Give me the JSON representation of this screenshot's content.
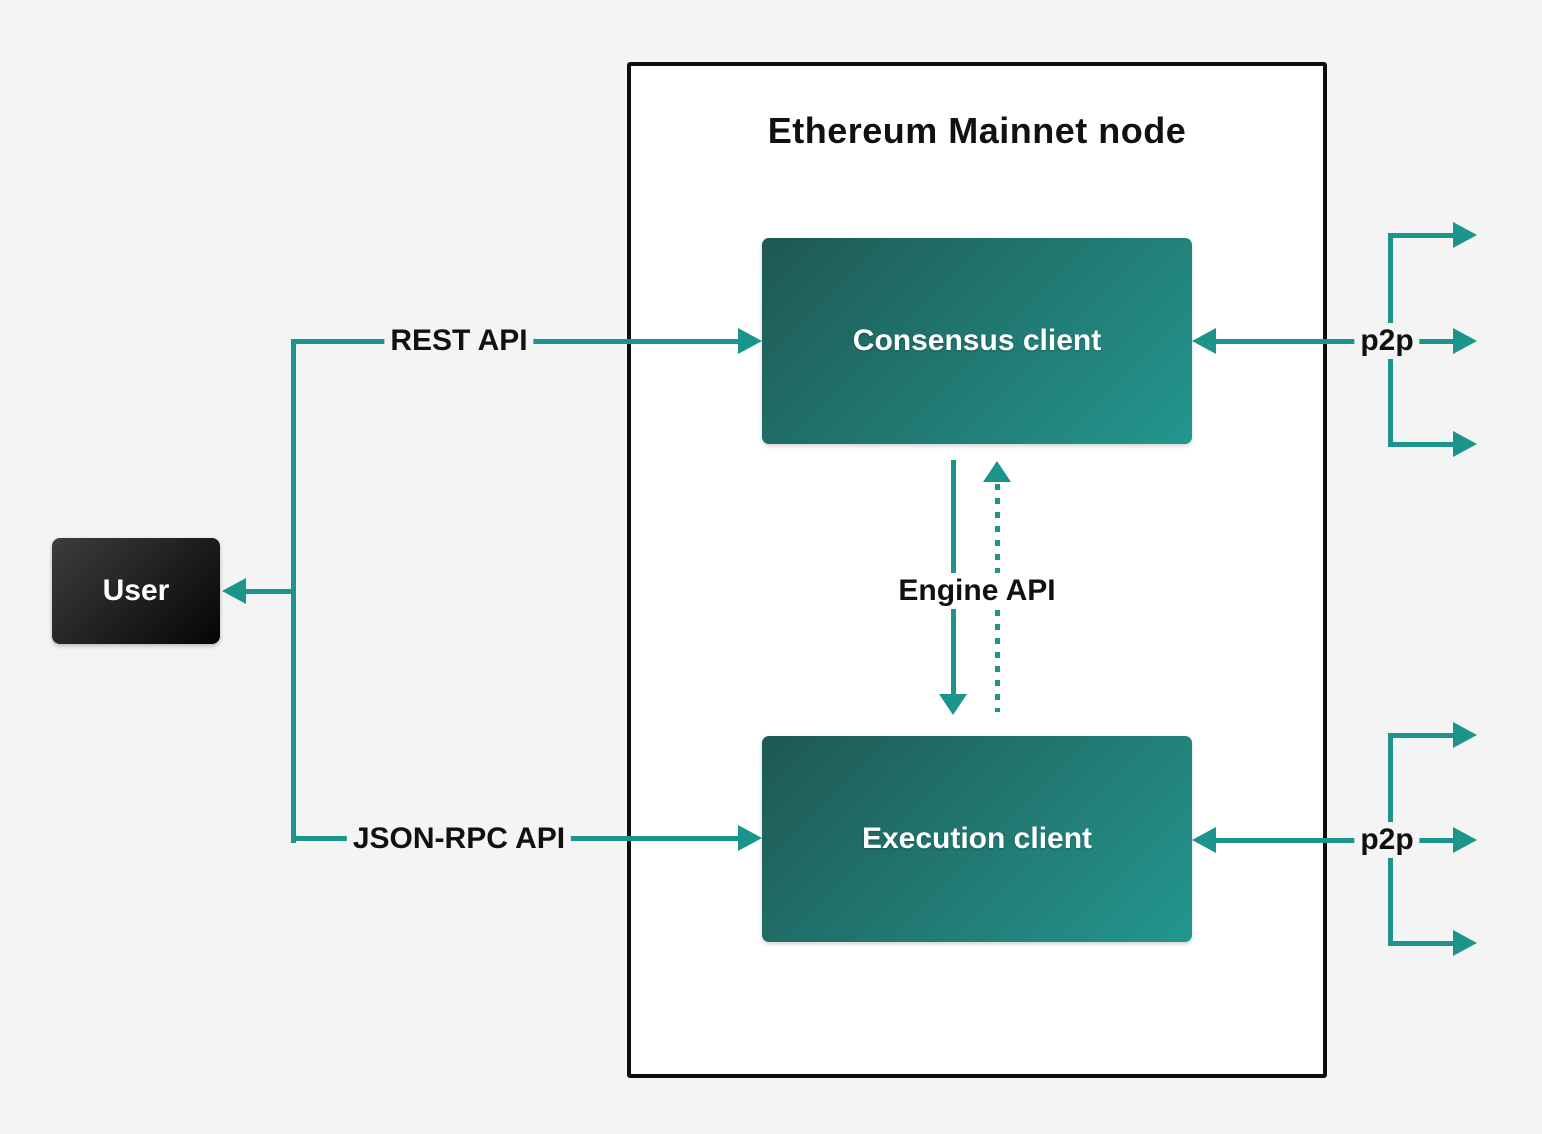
{
  "diagram": {
    "title": "Ethereum Mainnet node",
    "nodes": {
      "user": {
        "label": "User"
      },
      "consensus": {
        "label": "Consensus client"
      },
      "execution": {
        "label": "Execution client"
      }
    },
    "edges": {
      "rest_api": {
        "label": "REST API",
        "from": "User",
        "to": "Consensus client",
        "style": "solid-arrow"
      },
      "json_rpc_api": {
        "label": "JSON-RPC API",
        "from": "User",
        "to": "Execution client",
        "style": "solid-arrow"
      },
      "engine_api": {
        "label": "Engine API",
        "between": "Consensus client and Execution client",
        "style": "solid-down-and-dotted-up"
      },
      "p2p_consensus": {
        "label": "p2p",
        "to": "Consensus client",
        "style": "fan-out-three-arrows"
      },
      "p2p_execution": {
        "label": "p2p",
        "to": "Execution client",
        "style": "fan-out-three-arrows"
      }
    },
    "colors": {
      "teal": "#1b948c",
      "background": "#f4f4f4",
      "node-box-bg": "#ffffff",
      "node-box-border": "#0d0d0d",
      "client-grad-start": "#1f5853",
      "client-grad-end": "#23978e",
      "user-grad-start": "#3d3d3d",
      "user-grad-end": "#050505",
      "label-text": "#111111",
      "client-text": "#ffffff"
    }
  }
}
